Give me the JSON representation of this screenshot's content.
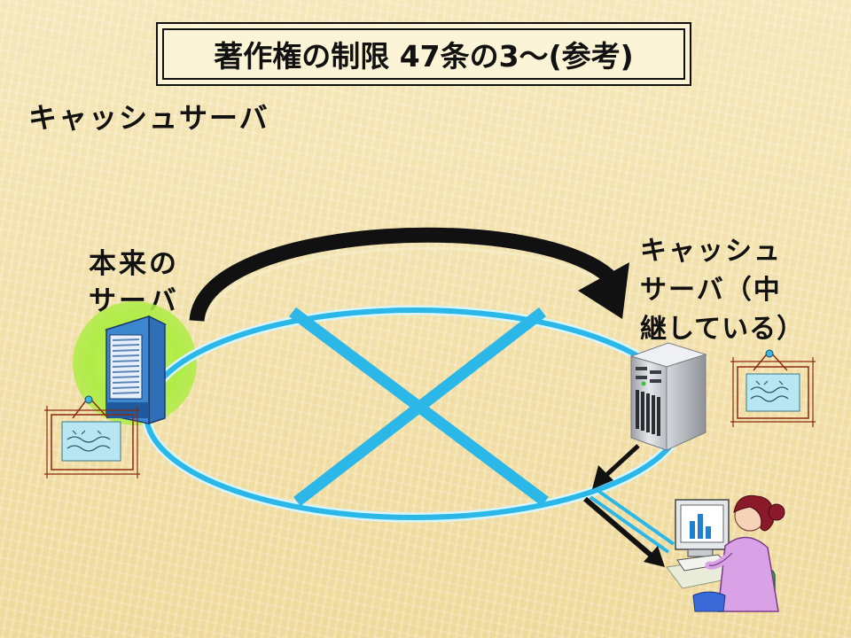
{
  "title": "著作権の制限 47条の3～(参考)",
  "topic": "キャッシュサーバ",
  "origin_server": {
    "line1": "本来の",
    "line2": "サーバ"
  },
  "cache_server": {
    "line1": "キャッシュ",
    "line2": "サーバ（中",
    "line3": "継している）"
  },
  "colors": {
    "network_ring": "#2bb8e8",
    "highlight_glow": "#b8f05a",
    "arrow": "#111111"
  },
  "icons": [
    "server-tower-icon",
    "picture-frame-icon",
    "user-at-computer-icon"
  ]
}
